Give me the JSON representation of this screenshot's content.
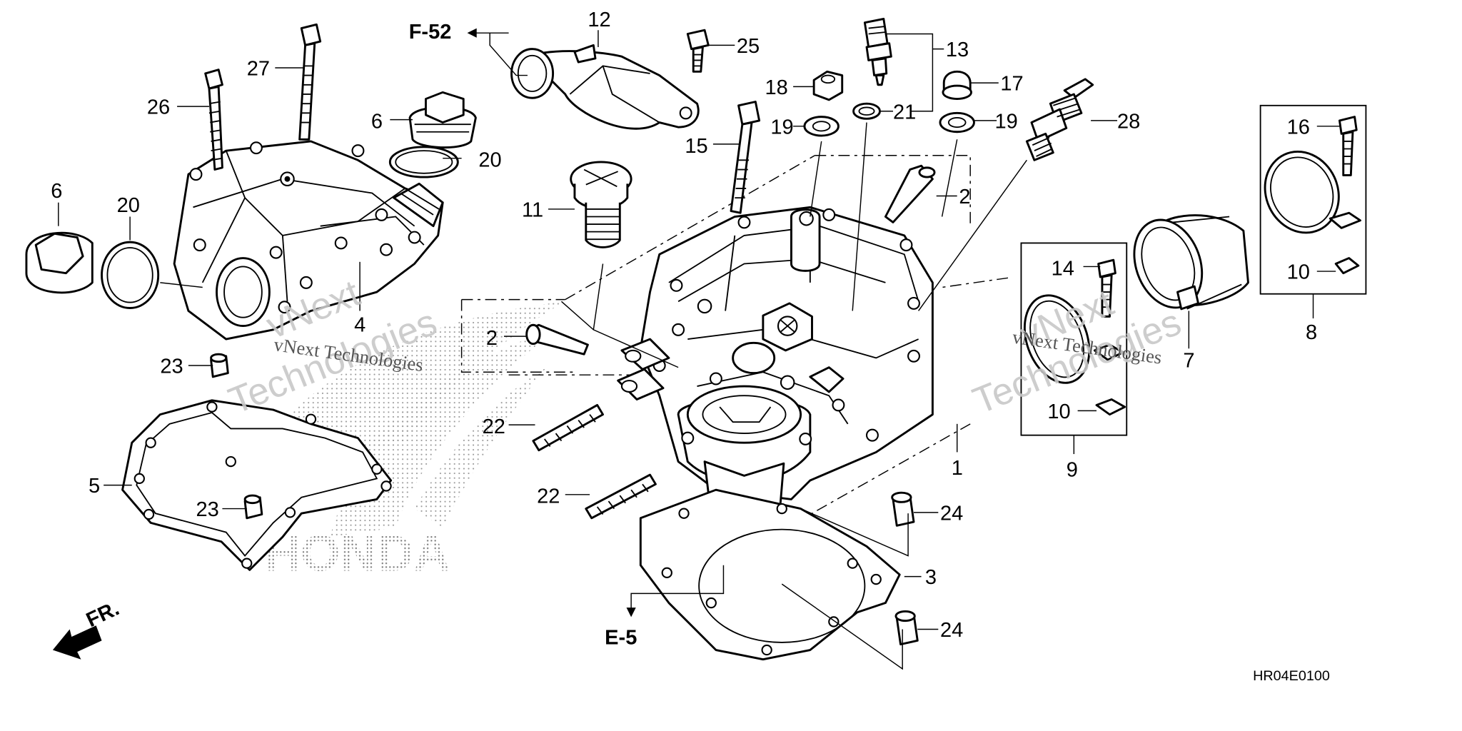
{
  "diagram": {
    "refs": {
      "f52": "F-52",
      "e5": "E-5",
      "front": "FR.",
      "code": "HR04E0100"
    },
    "watermark": {
      "brand": "vNext",
      "sub": "Technologies",
      "caption": "vNext Technologies"
    },
    "logo_text": "HONDA",
    "callouts": [
      "1",
      "2",
      "2",
      "3",
      "4",
      "5",
      "6",
      "6",
      "7",
      "8",
      "9",
      "10",
      "10",
      "11",
      "12",
      "13",
      "14",
      "15",
      "16",
      "17",
      "18",
      "19",
      "19",
      "20",
      "20",
      "21",
      "22",
      "22",
      "23",
      "23",
      "24",
      "24",
      "25",
      "26",
      "27",
      "28"
    ]
  }
}
